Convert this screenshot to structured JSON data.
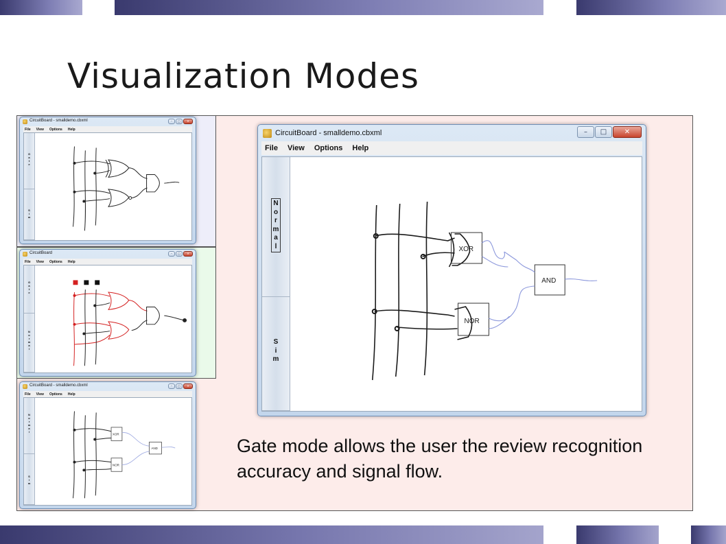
{
  "slide": {
    "title": "Visualization Modes",
    "caption": "Gate mode allows the user the review recognition accuracy and signal flow."
  },
  "colors": {
    "band_dark": "#3a3a6e",
    "band_light": "#a9a9d0",
    "main_frame_bg": "#fdecea",
    "thumb1_bg": "#eeeefa",
    "thumb2_bg": "#eafaea",
    "signal_red": "#d42020"
  },
  "main_window": {
    "title": "CircuitBoard - smalldemo.cbxml",
    "menu": [
      "File",
      "View",
      "Options",
      "Help"
    ],
    "mode_buttons": [
      {
        "letters": [
          "N",
          "o",
          "r",
          "m",
          "a",
          "l"
        ],
        "label": "Normal"
      },
      {
        "letters": [
          "S",
          "i",
          "m"
        ],
        "label": "Sim"
      }
    ],
    "gate_labels": [
      "XOR",
      "AND",
      "NOR"
    ],
    "controls": [
      "minimize",
      "maximize",
      "close"
    ]
  },
  "thumb_gate": {
    "title": "CircuitBoard - smalldemo.cbxml",
    "menu": [
      "File",
      "View",
      "Options",
      "Help"
    ],
    "mode_buttons": [
      {
        "letters": [
          "G",
          "a",
          "t",
          "e"
        ],
        "label": "Gate"
      },
      {
        "letters": [
          "S",
          "i",
          "m"
        ],
        "label": "Sim"
      }
    ]
  },
  "thumb_sim": {
    "title": "CircuitBoard",
    "menu": [
      "File",
      "View",
      "Options",
      "Help"
    ],
    "mode_buttons": [
      {
        "letters": [
          "G",
          "a",
          "t",
          "e"
        ],
        "label": "Gate"
      },
      {
        "letters": [
          "N",
          "o",
          "r",
          "m",
          "a",
          "l"
        ],
        "label": "Normal"
      }
    ]
  },
  "thumb_normal": {
    "title": "CircuitBoard - smalldemo.cbxml",
    "menu": [
      "File",
      "View",
      "Options",
      "Help"
    ],
    "mode_buttons": [
      {
        "letters": [
          "N",
          "o",
          "r",
          "m",
          "a",
          "l"
        ],
        "label": "Normal"
      },
      {
        "letters": [
          "S",
          "i",
          "m"
        ],
        "label": "Sim"
      }
    ],
    "gate_labels": [
      "XOR",
      "AND",
      "NOR"
    ]
  }
}
